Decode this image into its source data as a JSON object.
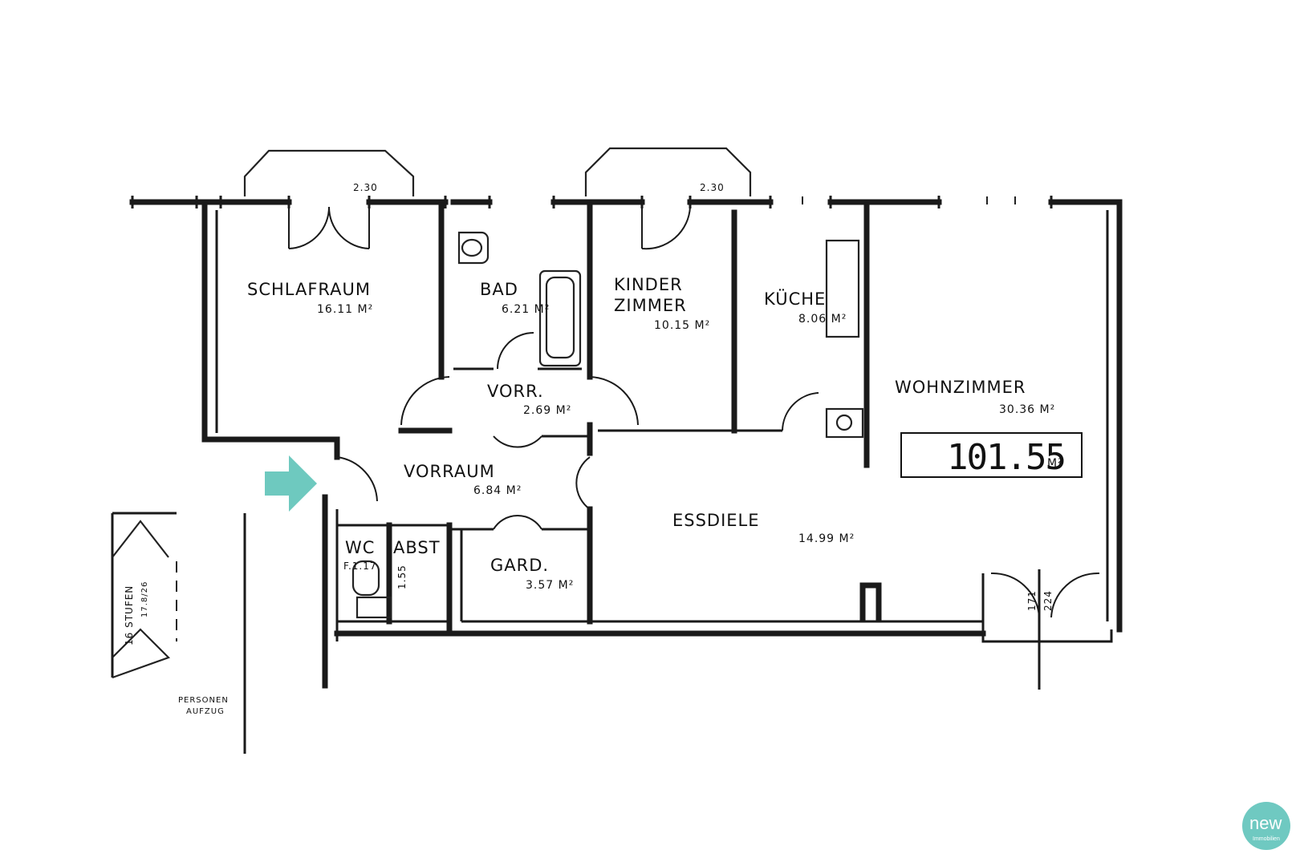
{
  "colors": {
    "arrow": "#6ec9bf",
    "logo": "#6fc9c1"
  },
  "rooms": [
    {
      "key": "schlafraum",
      "label": "SCHLAFRAUM",
      "area": "16.11 M²"
    },
    {
      "key": "bad",
      "label": "BAD",
      "area": "6.21 M²"
    },
    {
      "key": "kinderzimmer",
      "label_line1": "KINDER",
      "label_line2": "ZIMMER",
      "area": "10.15 M²"
    },
    {
      "key": "kueche",
      "label": "KÜCHE",
      "area": "8.06 M²"
    },
    {
      "key": "wohnzimmer",
      "label": "WOHNZIMMER",
      "area": "30.36 M²"
    },
    {
      "key": "vorr",
      "label": "VORR.",
      "area": "2.69 M²"
    },
    {
      "key": "vorraum",
      "label": "VORRAUM",
      "area": "6.84 M²"
    },
    {
      "key": "essdiele",
      "label": "ESSDIELE",
      "area": "14.99 M²"
    },
    {
      "key": "gard",
      "label": "GARD.",
      "area": "3.57 M²"
    },
    {
      "key": "wc",
      "label": "WC",
      "area": "F.1.17"
    },
    {
      "key": "abst",
      "label": "ABST",
      "area": "1.55"
    }
  ],
  "total_area": "101.55",
  "total_unit": "M²",
  "dimensions": {
    "window_left": "2.30",
    "window_mid": "2.30",
    "door_right_1": "171",
    "door_right_2": "224"
  },
  "stairs": {
    "label": "16 STUFEN",
    "sub": "17.8/26"
  },
  "lift": {
    "line1": "PERSONEN",
    "line2": "AUFZUG"
  },
  "logo": {
    "brand": "new",
    "tagline": "Immobilien"
  }
}
